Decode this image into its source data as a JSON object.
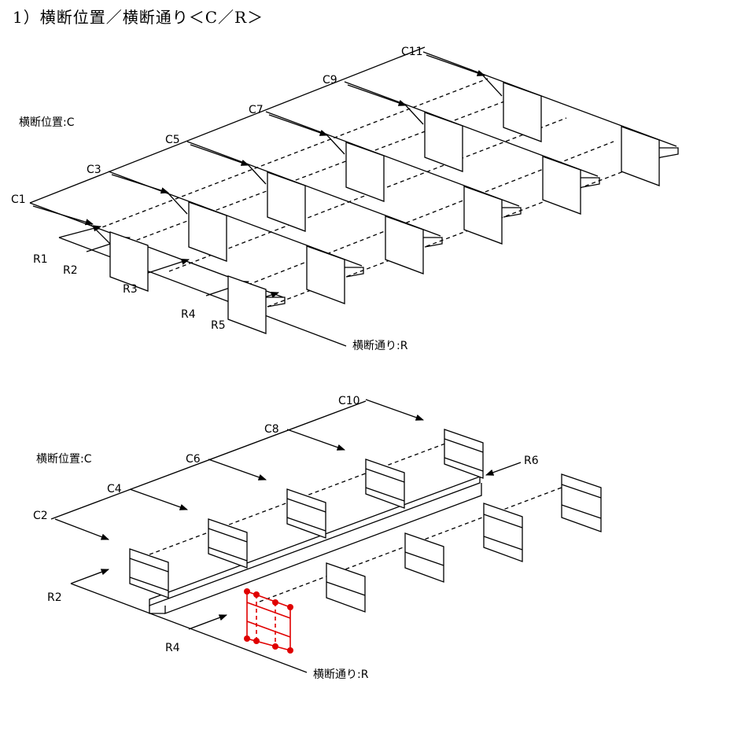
{
  "heading": "1）横断位置／横断通り＜C／R＞",
  "top": {
    "position_label": "横断位置:C",
    "row_label": "横断通り:R",
    "c_labels": [
      "C1",
      "C3",
      "C5",
      "C7",
      "C9",
      "C11"
    ],
    "r_labels": [
      "R1",
      "R2",
      "R3",
      "R4",
      "R5"
    ]
  },
  "bottom": {
    "position_label": "横断位置:C",
    "row_label": "横断通り:R",
    "c_labels": [
      "C2",
      "C4",
      "C6",
      "C8",
      "C10"
    ],
    "r_labels": [
      "R2",
      "R4",
      "R6"
    ]
  }
}
